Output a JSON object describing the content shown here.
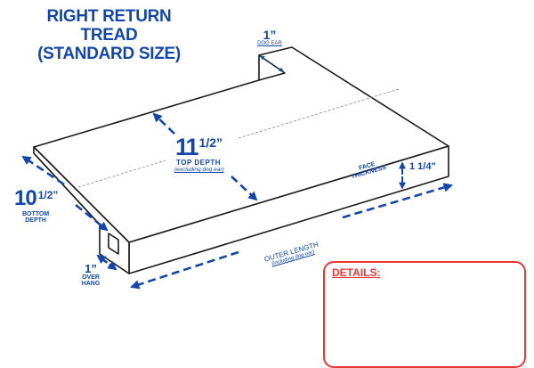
{
  "title": {
    "line1": "RIGHT RETURN",
    "line2": "TREAD",
    "line3": "(STANDARD SIZE)"
  },
  "colors": {
    "accent_blue": "#1447a8",
    "outline": "#1a1a1a",
    "details_red": "#ee3333"
  },
  "dimensions": {
    "dog_ear": {
      "value": "1”",
      "label": "DOG EAR"
    },
    "top_depth": {
      "whole": "11",
      "fraction": "1/2”",
      "label": "TOP DEPTH",
      "note": "(excluding dog ear)"
    },
    "bottom_depth": {
      "whole": "10",
      "fraction": "1/2”",
      "label_line1": "BOTTOM",
      "label_line2": "DEPTH"
    },
    "overhang": {
      "value": "1”",
      "label_line1": "OVER",
      "label_line2": "HANG"
    },
    "face_thickness": {
      "value": "1 1/4\"",
      "label_line1": "FACE",
      "label_line2": "THICKNESS"
    },
    "outer_length": {
      "label": "OUTER LENGTH",
      "note": "(including dog ear)"
    }
  },
  "details_box": {
    "title": "DETAILS:",
    "content": ""
  }
}
